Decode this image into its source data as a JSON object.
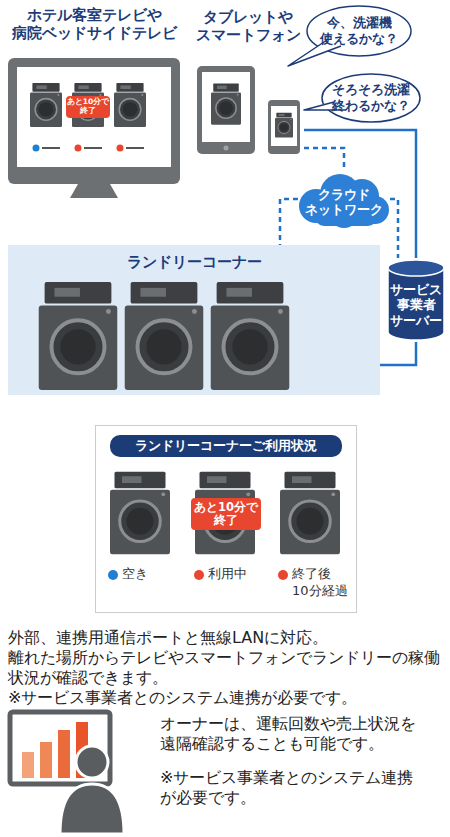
{
  "diagram": {
    "nodes": [
      {
        "text": [
          "ホテル客室テレビや 病院ベッドサイドテレビ"
        ]
      },
      {
        "text": [
          "あと10分で 終了"
        ],
        "in": 0
      },
      {
        "text": [
          "タブレットや スマートフォン"
        ]
      },
      {
        "text": [
          "今、洗濯機 使えるかな？"
        ]
      },
      {
        "text": [
          "そろそろ洗濯 終わるかな？"
        ]
      },
      {
        "text": [
          "クラウド ネットワーク"
        ]
      },
      {
        "text": [
          "ランドリーコーナー"
        ]
      },
      {
        "text": [
          "サービス 事業者 サーバー"
        ]
      },
      {
        "text": [
          "ランドリーコーナーご利用状況"
        ]
      },
      {
        "text": [
          "あと10分で 終了"
        ],
        "in": 8
      }
    ],
    "edges": [
      {
        "from": 2,
        "to": 7,
        "arrow": "none"
      },
      {
        "from": 7,
        "to": 6,
        "arrow": "none"
      },
      {
        "from": 2,
        "to": 5,
        "arrow": "none"
      },
      {
        "from": 5,
        "to": 7,
        "arrow": "none"
      },
      {
        "from": 5,
        "to": 6,
        "arrow": "none"
      }
    ],
    "labels": [
      "外部、連携用通信ポートと無線LANに対応。",
      "離れた場所からテレビやスマートフォンでランドリーの稼働状況が確認できます。",
      "※サービス事業者とのシステム連携が必要です。",
      "オーナーは、運転回数や売上状況を遠隔確認することも可能です。",
      "※サービス事業者とのシステム連携が必要です。"
    ],
    "legend": [
      {
        "text": "空き",
        "color": "#1f7fd1"
      },
      {
        "text": "利用中",
        "color": "#e8462e"
      },
      {
        "text": "終了後 10分経過",
        "color": "#e8462e"
      }
    ]
  }
}
